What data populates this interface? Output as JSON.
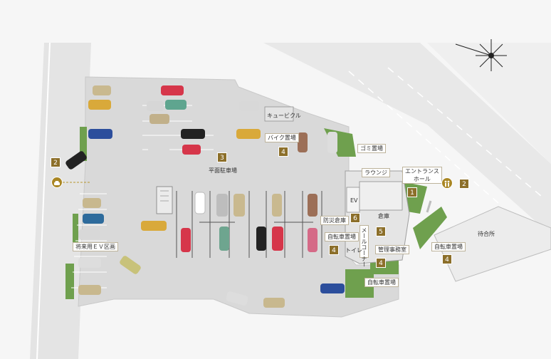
{
  "colors": {
    "ground": "#f4f4f4",
    "road": "#e6e6e6",
    "parking": "#dcdcdc",
    "building": "#e9e9e9",
    "greenery": "#6fa04e",
    "marker": "#8c6f2a",
    "label_border": "#bdb39b"
  },
  "labels": {
    "cube": "キュービクル",
    "bike": "バイク置場",
    "garbage": "ゴミ置場",
    "lounge": "ラウンジ",
    "entrance": "エントランス\nホール",
    "flat_parking": "平面駐車場",
    "future_ev": "将来用ＥＶ区画",
    "disaster_storage": "防災倉庫",
    "storage": "倉庫",
    "bicycle_1": "自転車置場",
    "bicycle_2": "自転車置場",
    "bicycle_3": "自転車置場",
    "mail": "メールコーナー",
    "toilet": "トイレ",
    "manager": "管理事務室",
    "waiting": "待合所",
    "ev": "EV"
  },
  "markers": {
    "m1": "1",
    "m2_right": "2",
    "m2_left": "2",
    "m3": "3",
    "m4_bike": "4",
    "m4_bicycle_mid": "4",
    "m4_bicycle_bottom": "4",
    "m4_bicycle_right": "4",
    "m5": "5",
    "m6": "6"
  },
  "icons": {
    "compass": "north-arrow-icon",
    "car_entrance": "car-icon",
    "pedestrian_entrance": "pedestrian-icon"
  }
}
